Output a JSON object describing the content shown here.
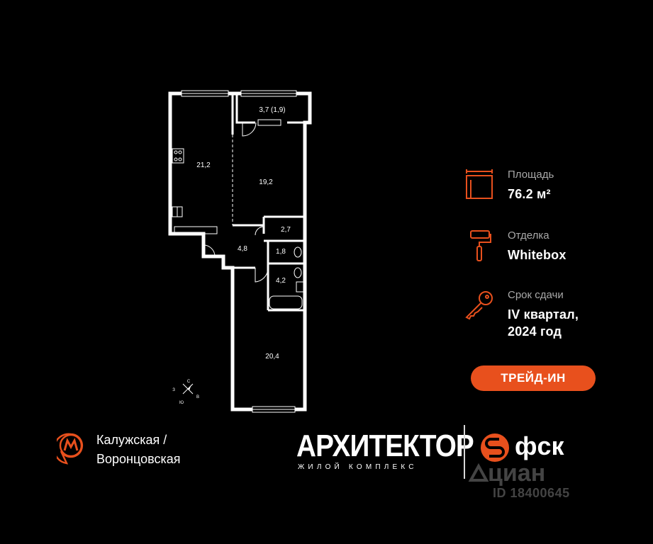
{
  "rooms": {
    "r1": "21,2",
    "r2": "19,2",
    "balcony": "3,7 (1,9)",
    "r4": "2,7",
    "r5": "4,8",
    "r6": "1,8",
    "r7": "4,2",
    "r8": "20,4"
  },
  "compass": {
    "n": "С",
    "s": "Ю",
    "w": "З",
    "e": "В"
  },
  "info": {
    "area_label": "Площадь",
    "area_value": "76.2 м²",
    "finish_label": "Отделка",
    "finish_value": "Whitebox",
    "deadline_label": "Срок сдачи",
    "deadline_line1": "IV квартал,",
    "deadline_line2": "2024 год"
  },
  "trade_button": "ТРЕЙД-ИН",
  "metro": {
    "line1": "Калужская /",
    "line2": "Воронцовская"
  },
  "brand": {
    "name": "АРХИТЕКТОР",
    "subtitle": "ЖИЛОЙ КОМПЛЕКС"
  },
  "developer": "фск",
  "watermark": {
    "name": "циан",
    "id": "ID 18400645"
  },
  "icons": {
    "area": "room-area-icon",
    "finish": "paint-roller-icon",
    "deadline": "key-icon",
    "metro": "metro-icon",
    "developer": "fsk-logo-icon"
  },
  "colors": {
    "accent": "#e8501d",
    "background": "#000000",
    "text": "#ffffff"
  }
}
